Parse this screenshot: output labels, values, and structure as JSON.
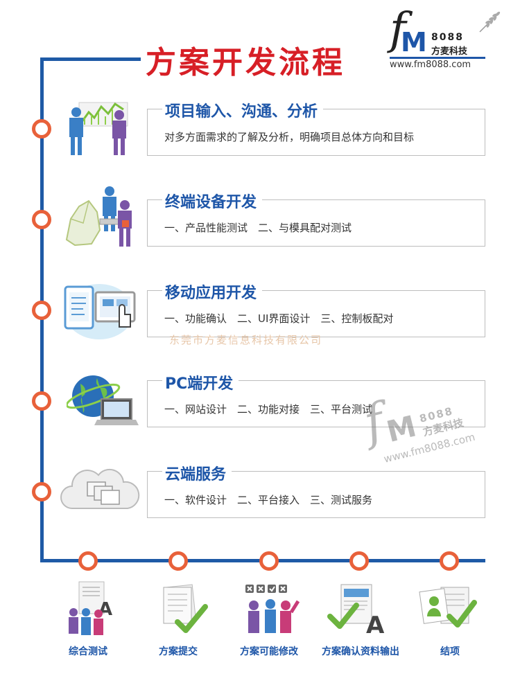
{
  "title": "方案开发流程",
  "logo": {
    "number": "8088",
    "name": "方麦科技",
    "url": "www.fm8088.com"
  },
  "stages": [
    {
      "title": "项目输入、沟通、分析",
      "desc": "对多方面需求的了解及分析，明确项目总体方向和目标",
      "icon": "analysis-people-chart-icon"
    },
    {
      "title": "终端设备开发",
      "desc": "一、产品性能测试　二、与模具配对测试",
      "icon": "device-builder-people-icon"
    },
    {
      "title": "移动应用开发",
      "desc": "一、功能确认　二、UI界面设计　三、控制板配对",
      "icon": "mobile-tablet-touch-icon"
    },
    {
      "title": "PC端开发",
      "desc": "一、网站设计　二、功能对接　三、平台测试",
      "icon": "globe-laptop-icon"
    },
    {
      "title": "云端服务",
      "desc": "一、软件设计　二、平台接入　三、测试服务",
      "icon": "cloud-folders-icon"
    }
  ],
  "watermark": "东莞市方麦信息科技有限公司",
  "watermark_logo": {
    "number": "8088",
    "name": "方麦科技",
    "url": "www.fm8088.com"
  },
  "steps": [
    {
      "label": "综合测试",
      "icon": "test-team-document-icon"
    },
    {
      "label": "方案提交",
      "icon": "document-checkmark-icon"
    },
    {
      "label": "方案可能修改",
      "icon": "team-revision-icon"
    },
    {
      "label": "方案确认资料输出",
      "icon": "document-check-letter-icon"
    },
    {
      "label": "结项",
      "icon": "completion-person-document-icon"
    }
  ],
  "colors": {
    "title": "#d71f26",
    "accent_blue": "#1e56a8",
    "frame": "#1e5aa6",
    "dot": "#e8613a"
  }
}
